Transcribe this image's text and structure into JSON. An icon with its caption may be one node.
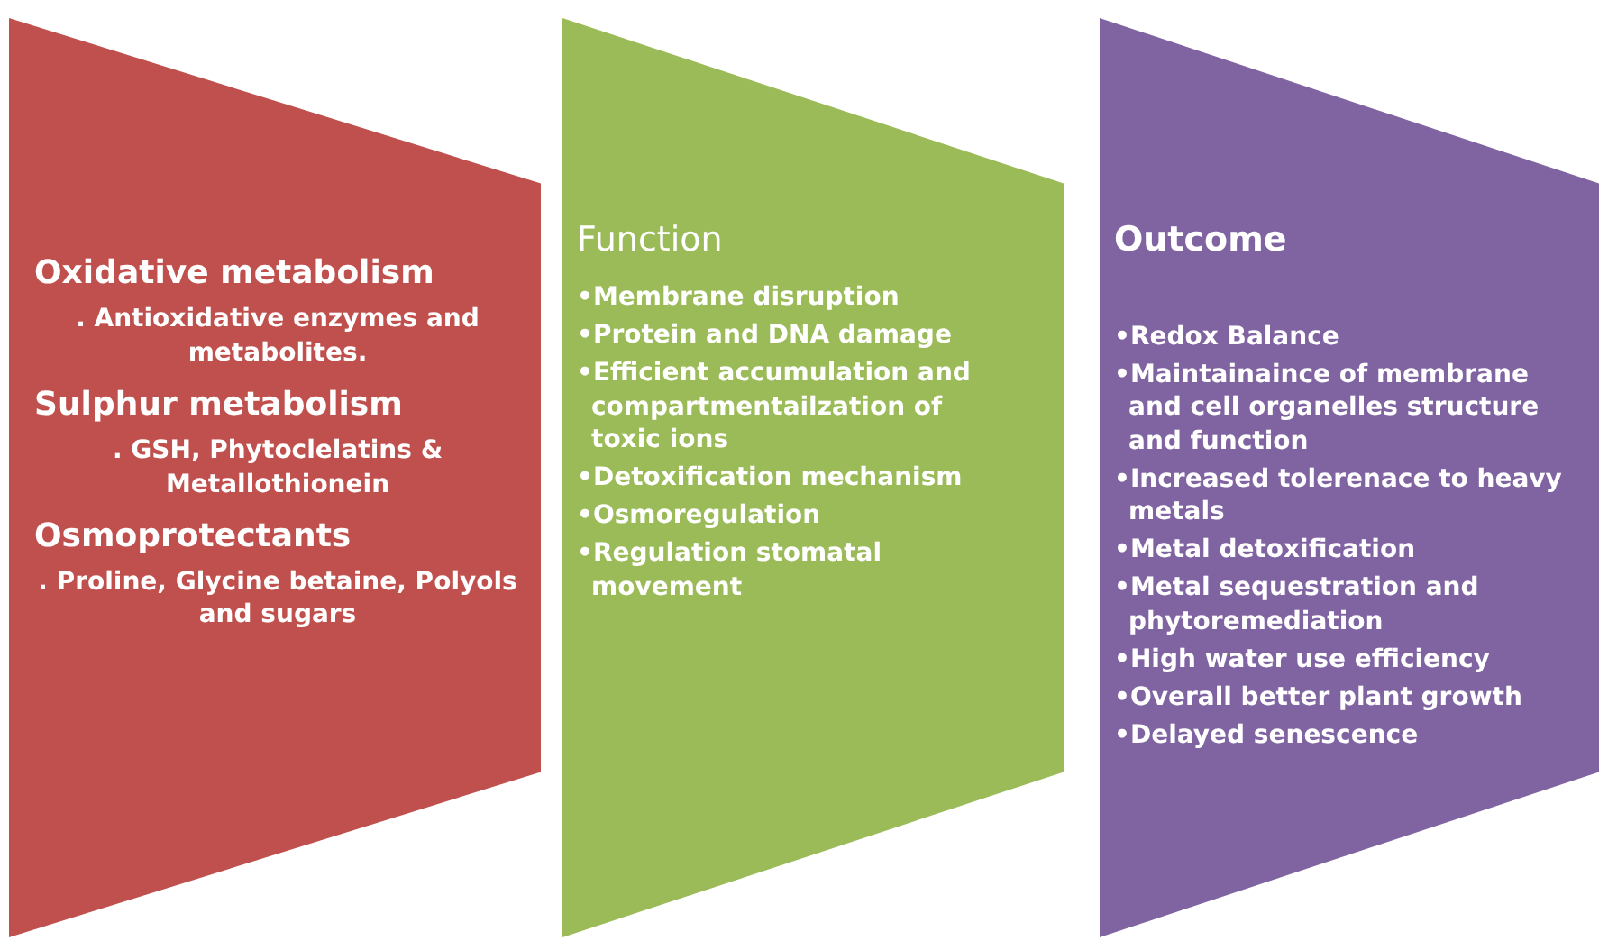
{
  "diagram": {
    "nodes": [
      {
        "text": [
          "Oxidative metabolism",
          ". Antioxidative enzymes and metabolites.",
          "Sulphur metabolism",
          ". GSH, Phytoclelatins & Metallothionein",
          "Osmoprotectants",
          ". Proline, Glycine betaine, Polyols and sugars"
        ]
      },
      {
        "text": [
          "Function",
          "•Membrane disruption",
          "•Protein and DNA damage",
          "•Efficient accumulation and compartmentailzation of toxic ions",
          "•Detoxification mechanism",
          "•Osmoregulation",
          "•Regulation stomatal movement"
        ]
      },
      {
        "text": [
          "Outcome",
          "•Redox Balance",
          "•Maintainaince of membrane and cell organelles structure and function",
          "•Increased tolerenace to heavy metals",
          "•Metal detoxification",
          "•Metal sequestration and phytoremediation",
          "•High water use efficiency",
          "•Overall better plant growth",
          "•Delayed senescence"
        ]
      }
    ],
    "edges": []
  }
}
